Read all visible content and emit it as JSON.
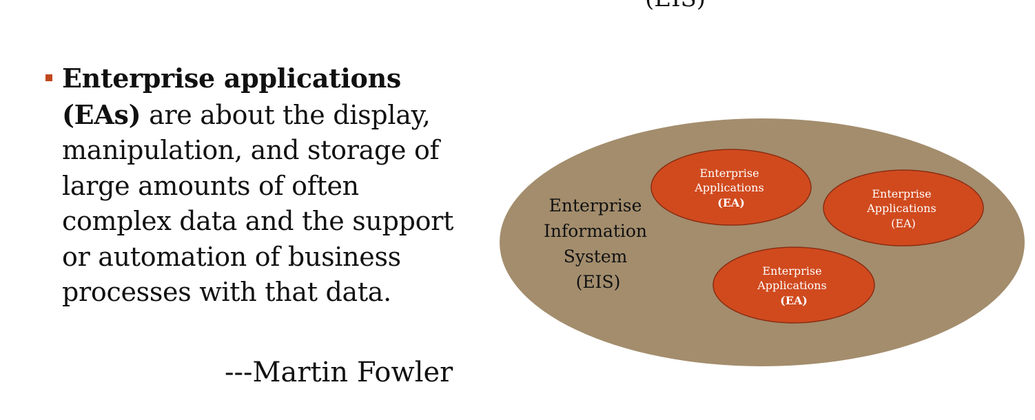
{
  "slide": {
    "title_fragment": "(EIS)",
    "bullet": {
      "bold_text": "Enterprise applications (EAs)",
      "body_text": " are about the display, manipulation, and storage of large amounts of often complex data and the support or automation of business processes with that data."
    },
    "attribution": "---Martin Fowler"
  },
  "diagram": {
    "outer": {
      "label_lines": [
        "Enterprise",
        "Information",
        "System",
        "(EIS)"
      ],
      "fill": "#a38d6d"
    },
    "inner": [
      {
        "lines": [
          "Enterprise",
          "Applications",
          "(EA)"
        ],
        "bold_last": true
      },
      {
        "lines": [
          "Enterprise",
          "Applications",
          "(EA)"
        ],
        "bold_last": false
      },
      {
        "lines": [
          "Enterprise",
          "Applications",
          "(EA)"
        ],
        "bold_last": true
      }
    ],
    "inner_fill": "#d04a1e",
    "inner_stroke": "#8a2e12",
    "accent": "#c0481c"
  }
}
